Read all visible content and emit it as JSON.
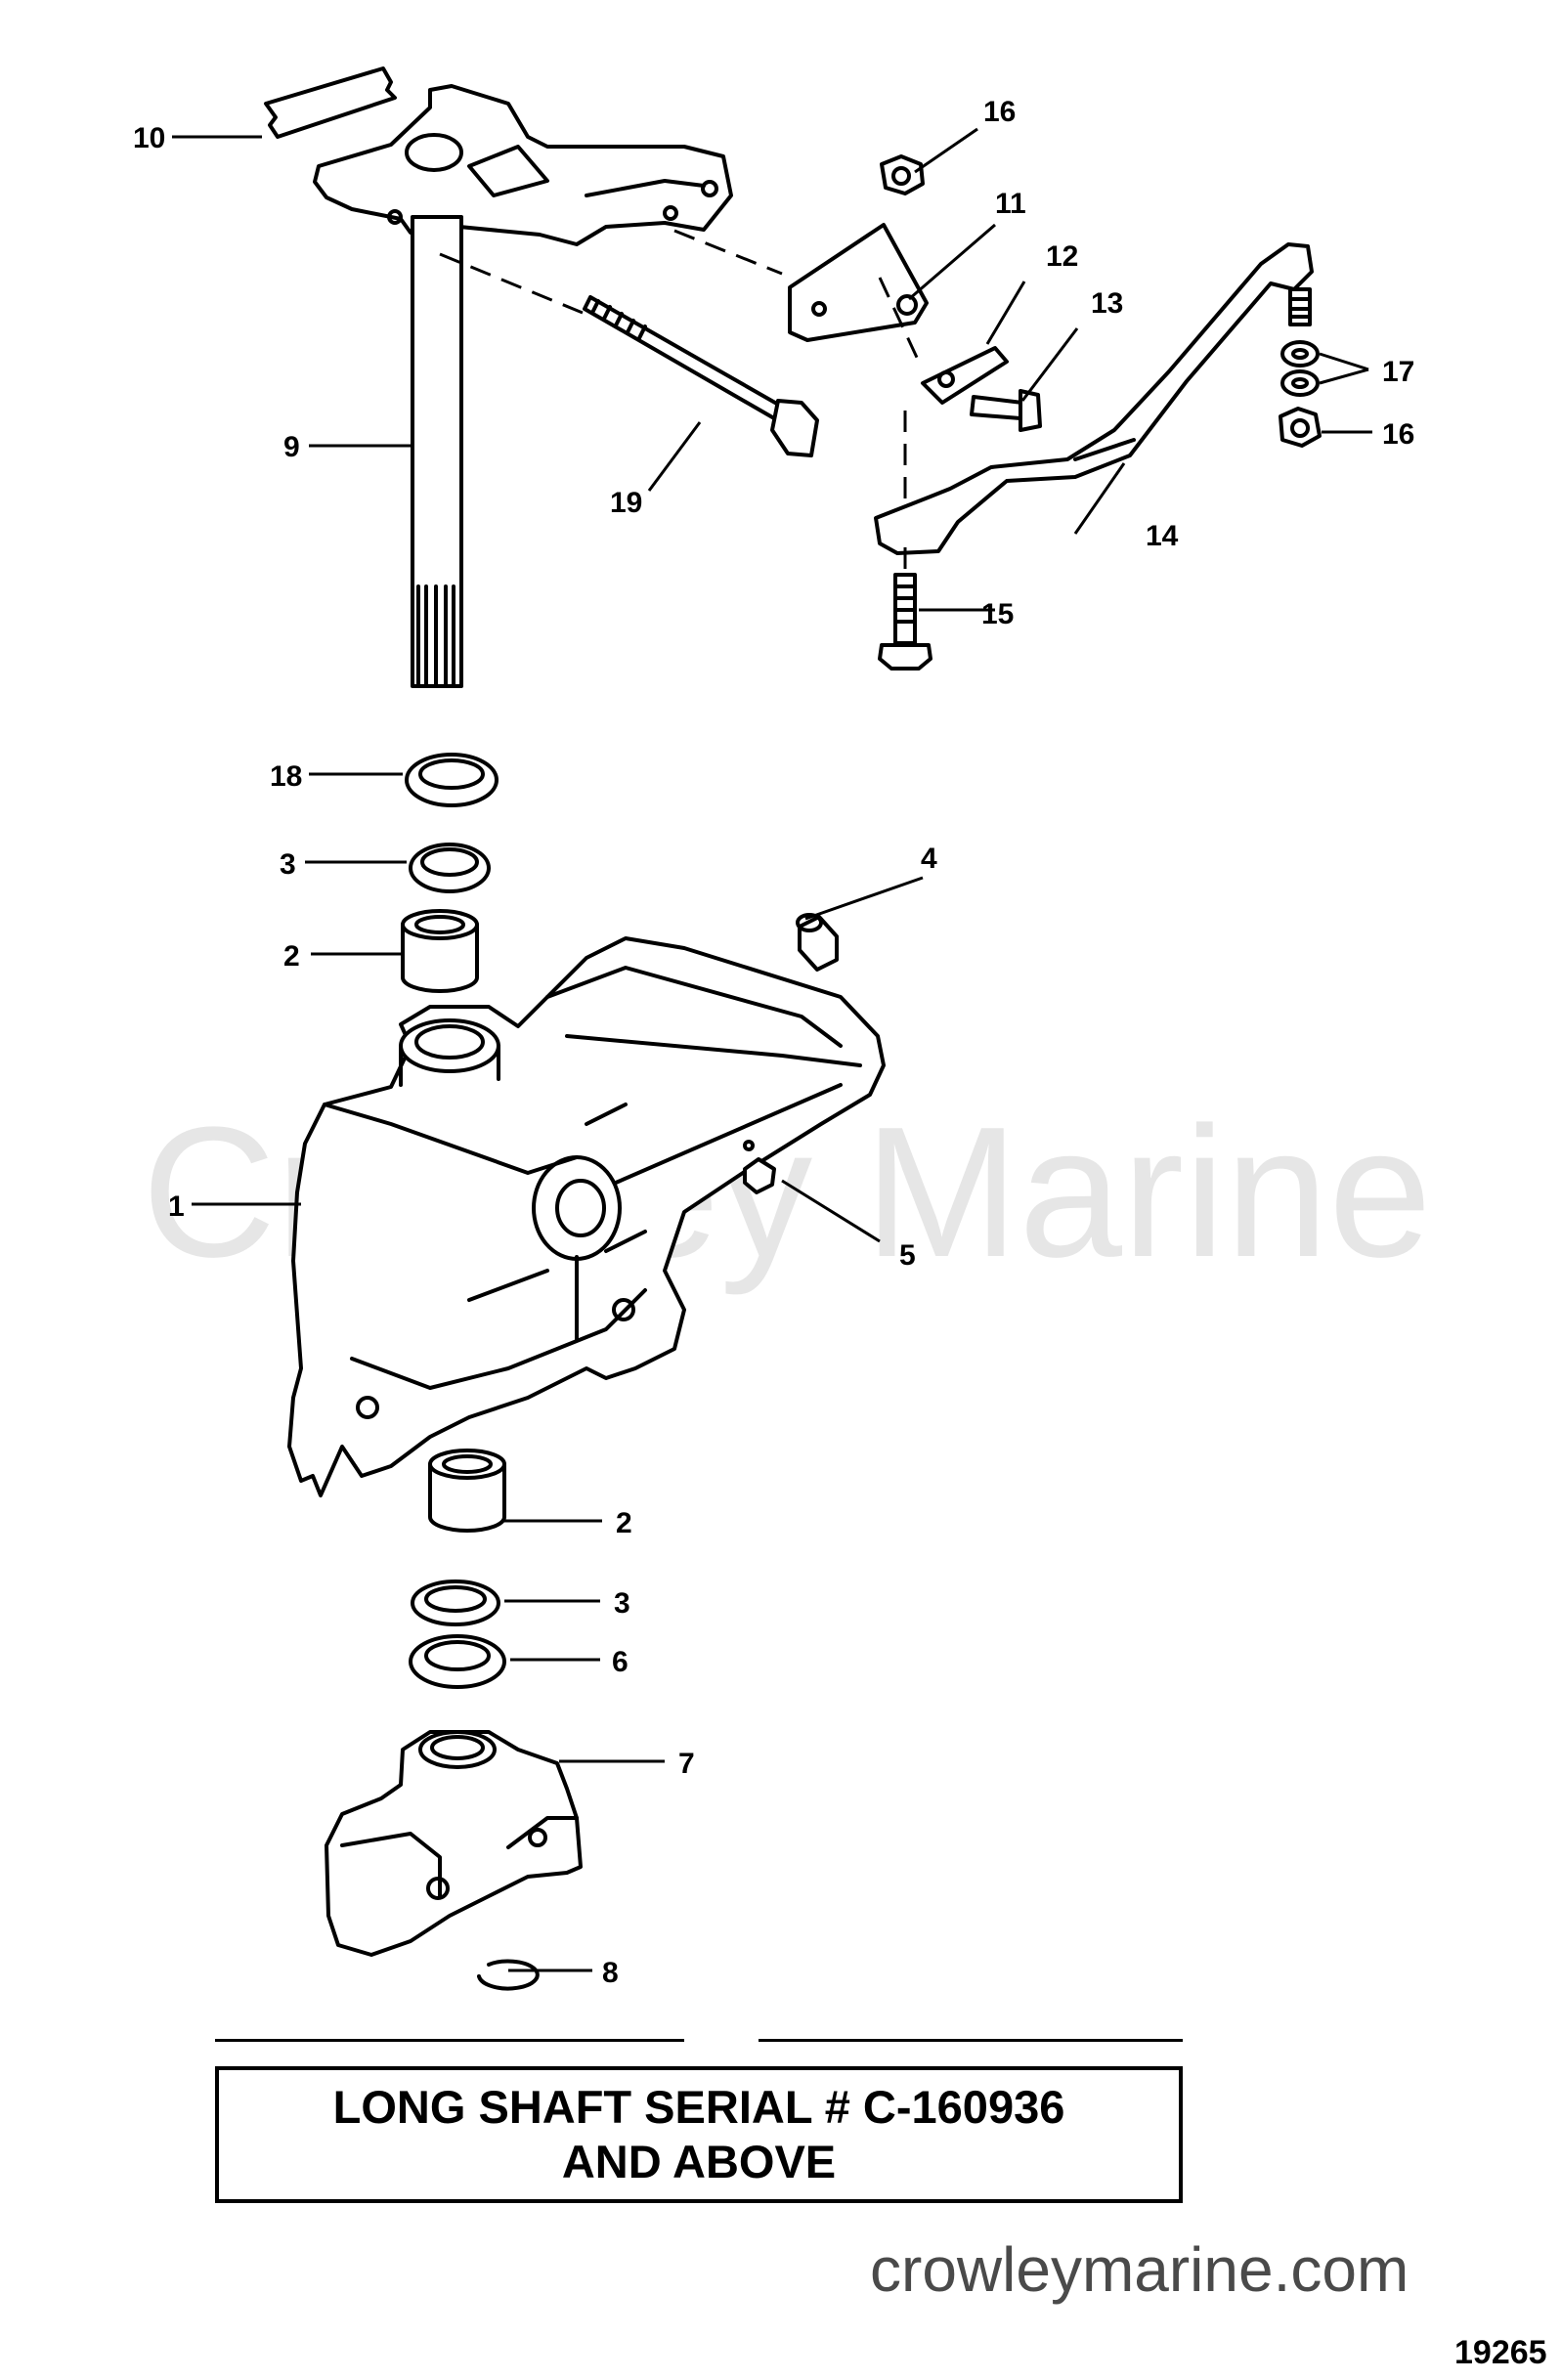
{
  "watermark": "Crowley Marine",
  "title_lines": [
    "LONG SHAFT SERIAL # C-160936",
    "AND ABOVE"
  ],
  "site_url": "crowleymarine.com",
  "figure_number": "19265",
  "callouts": {
    "c1": "1",
    "c2a": "2",
    "c2b": "2",
    "c3a": "3",
    "c3b": "3",
    "c4": "4",
    "c5": "5",
    "c6": "6",
    "c7": "7",
    "c8": "8",
    "c9": "9",
    "c10": "10",
    "c11": "11",
    "c12": "12",
    "c13": "13",
    "c14": "14",
    "c15": "15",
    "c16a": "16",
    "c16b": "16",
    "c17": "17",
    "c18": "18",
    "c19": "19"
  }
}
